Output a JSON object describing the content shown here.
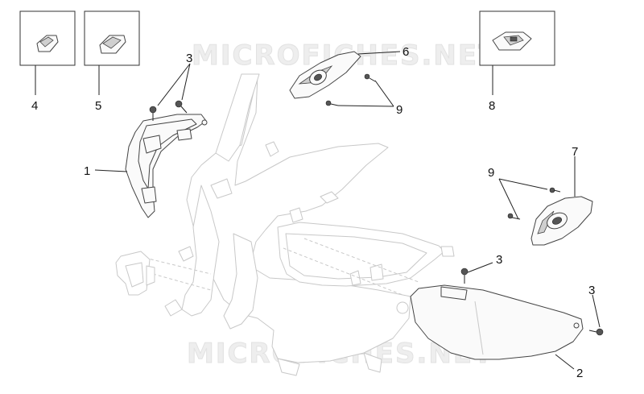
{
  "watermark": "MICROFICHES.NET",
  "callouts": [
    "1",
    "2",
    "3",
    "3",
    "3",
    "4",
    "5",
    "6",
    "7",
    "8",
    "9",
    "9"
  ]
}
